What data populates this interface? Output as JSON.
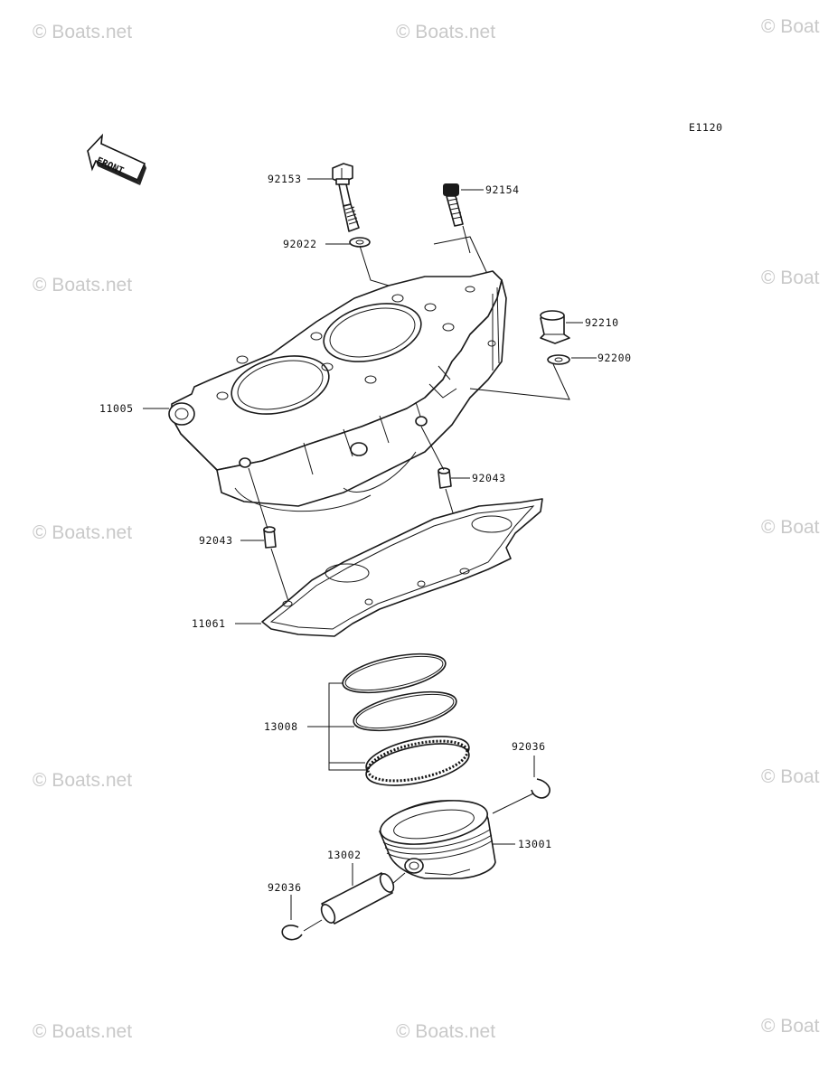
{
  "diagram": {
    "code": "E1120",
    "front_label": "FRONT",
    "watermark_text": "© Boats.net",
    "watermark_partial": "© Boat",
    "callouts": {
      "c92153": "92153",
      "c92154": "92154",
      "c92022": "92022",
      "c92210": "92210",
      "c92200": "92200",
      "c11005": "11005",
      "c92043a": "92043",
      "c92043b": "92043",
      "c11061": "11061",
      "c13008": "13008",
      "c92036a": "92036",
      "c13001": "13001",
      "c13002": "13002",
      "c92036b": "92036"
    }
  }
}
